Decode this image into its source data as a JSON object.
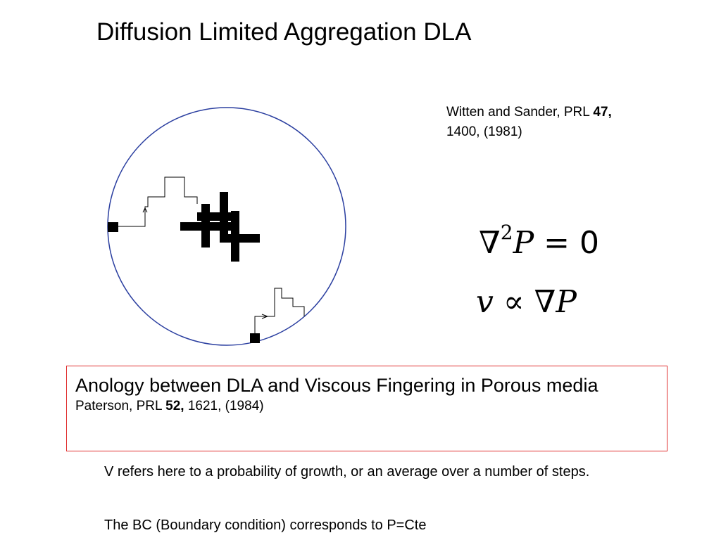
{
  "title": "Diffusion Limited Aggregation DLA",
  "reference_top": {
    "authors": "Witten  and  Sander, PRL ",
    "volume": "47,",
    "rest": "1400, (1981)"
  },
  "equations": {
    "laplace": {
      "nabla": "∇",
      "power": "2",
      "var": "P",
      "rel": " = ",
      "value": "0"
    },
    "velocity": {
      "var_v": "v",
      "prop": " ∝ ",
      "nabla": "∇",
      "var_p": "P"
    }
  },
  "analogy_box": {
    "heading": "Anology  between  DLA  and  Viscous  Fingering in Porous  media",
    "ref_authors": "Paterson, PRL ",
    "ref_volume": "52,",
    "ref_rest": " 1621,  (1984)"
  },
  "notes": {
    "probability": "V refers here to a probability of growth, or an average over a number of steps.",
    "boundary": "The BC (Boundary condition) corresponds to P=Cte"
  },
  "colors": {
    "circle": "#2b3fa0",
    "box_border": "#e03030",
    "ink": "#000000"
  }
}
